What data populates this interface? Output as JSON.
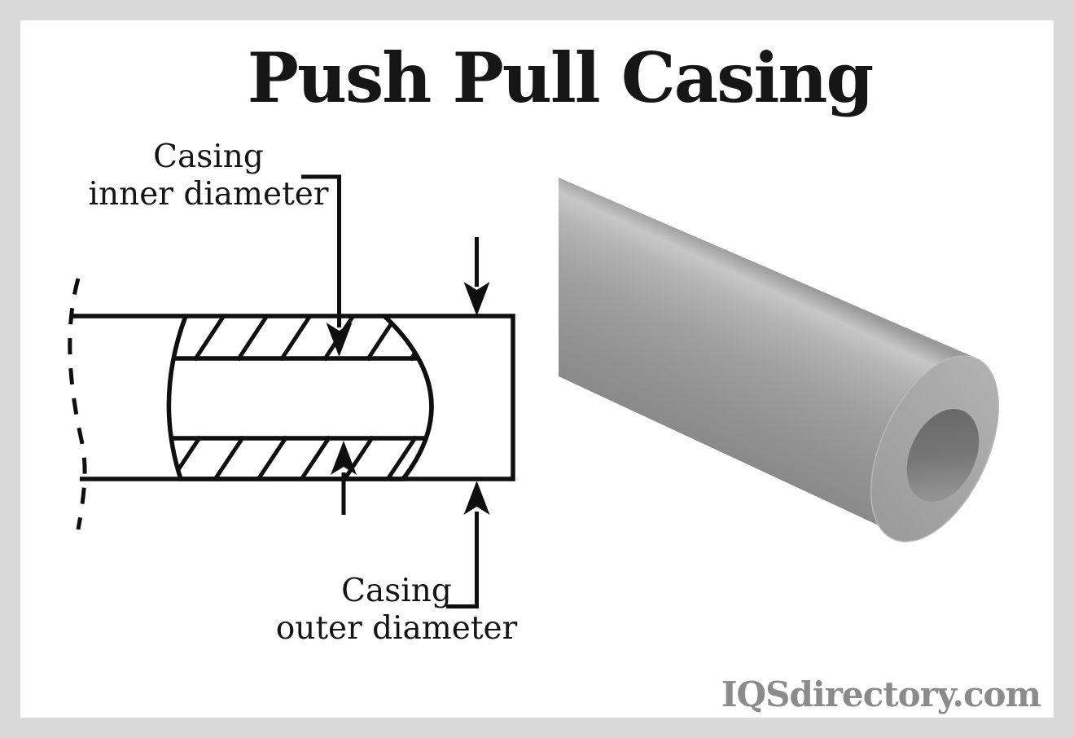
{
  "title": "Push Pull Casing",
  "diagram": {
    "name": "casing-cross-section-diagram",
    "label_inner": "Casing\ninner diameter",
    "label_outer": "Casing\nouter diameter"
  },
  "render": {
    "name": "casing-3d-render"
  },
  "watermark": "IQSdirectory.com",
  "colors": {
    "border": "#d9d9d9",
    "background": "#ffffff",
    "ink": "#0f0f0f",
    "text": "#141414",
    "watermark": "#8b8b8b",
    "tube": {
      "edge": "#999999",
      "highlight": "#c7c7c7",
      "light": "#b4b4b4",
      "mid": "#a0a0a0",
      "shade": "#919191",
      "dark": "#888888",
      "face_light": "#b0b0b0",
      "face_dark": "#9b9b9b",
      "rim": "#b8b8b8",
      "hole_dark": "#676767",
      "hole_mid": "#777777",
      "hole_light": "#9c9c9c"
    }
  }
}
